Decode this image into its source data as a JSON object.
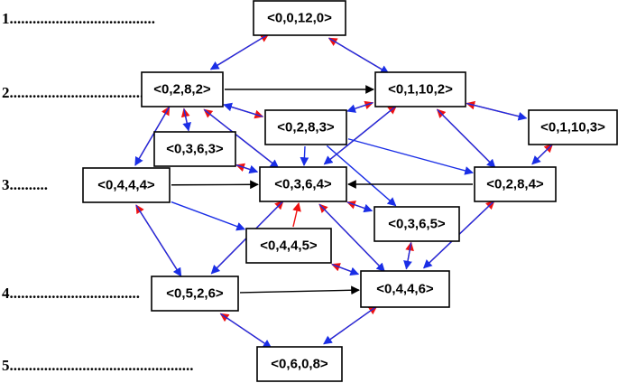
{
  "levels": [
    {
      "id": "L1",
      "label": "1......................................"
    },
    {
      "id": "L2",
      "label": "2...................................."
    },
    {
      "id": "L3",
      "label": "3.........."
    },
    {
      "id": "L4",
      "label": "4.................................."
    },
    {
      "id": "L5",
      "label": "5................................................"
    }
  ],
  "nodes": [
    {
      "id": "n_0_0_12_0",
      "label": "<0,0,12,0>"
    },
    {
      "id": "n_0_2_8_2",
      "label": "<0,2,8,2>"
    },
    {
      "id": "n_0_1_10_2",
      "label": "<0,1,10,2>"
    },
    {
      "id": "n_0_2_8_3",
      "label": "<0,2,8,3>"
    },
    {
      "id": "n_0_1_10_3",
      "label": "<0,1,10,3>"
    },
    {
      "id": "n_0_3_6_3",
      "label": "<0,3,6,3>"
    },
    {
      "id": "n_0_4_4_4",
      "label": "<0,4,4,4>"
    },
    {
      "id": "n_0_3_6_4",
      "label": "<0,3,6,4>"
    },
    {
      "id": "n_0_2_8_4",
      "label": "<0,2,8,4>"
    },
    {
      "id": "n_0_3_6_5",
      "label": "<0,3,6,5>"
    },
    {
      "id": "n_0_4_4_5",
      "label": "<0,4,4,5>"
    },
    {
      "id": "n_0_5_2_6",
      "label": "<0,5,2,6>"
    },
    {
      "id": "n_0_4_4_6",
      "label": "<0,4,4,6>"
    },
    {
      "id": "n_0_6_0_8",
      "label": "<0,6,0,8>"
    }
  ],
  "colors": {
    "red": "#ee1111",
    "blue": "#1a2ee6",
    "black": "#000000"
  },
  "edges": [
    {
      "from": "n_0_2_8_2",
      "to": "n_0_0_12_0",
      "color": "red"
    },
    {
      "from": "n_0_0_12_0",
      "to": "n_0_2_8_2",
      "color": "blue"
    },
    {
      "from": "n_0_1_10_2",
      "to": "n_0_0_12_0",
      "color": "red"
    },
    {
      "from": "n_0_0_12_0",
      "to": "n_0_1_10_2",
      "color": "blue"
    },
    {
      "from": "n_0_2_8_2",
      "to": "n_0_1_10_2",
      "color": "black"
    },
    {
      "from": "n_0_2_8_2",
      "to": "n_0_2_8_3",
      "color": "red"
    },
    {
      "from": "n_0_2_8_3",
      "to": "n_0_2_8_2",
      "color": "blue"
    },
    {
      "from": "n_0_2_8_3",
      "to": "n_0_1_10_2",
      "color": "red"
    },
    {
      "from": "n_0_1_10_2",
      "to": "n_0_2_8_3",
      "color": "blue"
    },
    {
      "from": "n_0_1_10_3",
      "to": "n_0_1_10_2",
      "color": "red"
    },
    {
      "from": "n_0_1_10_2",
      "to": "n_0_1_10_3",
      "color": "blue"
    },
    {
      "from": "n_0_3_6_3",
      "to": "n_0_2_8_2",
      "color": "red"
    },
    {
      "from": "n_0_2_8_2",
      "to": "n_0_3_6_3",
      "color": "blue"
    },
    {
      "from": "n_0_4_4_4",
      "to": "n_0_2_8_2",
      "color": "red"
    },
    {
      "from": "n_0_2_8_2",
      "to": "n_0_4_4_4",
      "color": "blue"
    },
    {
      "from": "n_0_3_6_4",
      "to": "n_0_2_8_2",
      "color": "red"
    },
    {
      "from": "n_0_2_8_2",
      "to": "n_0_3_6_4",
      "color": "blue"
    },
    {
      "from": "n_0_3_6_4",
      "to": "n_0_3_6_3",
      "color": "red"
    },
    {
      "from": "n_0_3_6_3",
      "to": "n_0_3_6_4",
      "color": "blue"
    },
    {
      "from": "n_0_2_8_3",
      "to": "n_0_3_6_4",
      "color": "blue"
    },
    {
      "from": "n_0_3_6_4",
      "to": "n_0_1_10_2",
      "color": "red"
    },
    {
      "from": "n_0_1_10_2",
      "to": "n_0_3_6_4",
      "color": "blue"
    },
    {
      "from": "n_0_2_8_4",
      "to": "n_0_1_10_2",
      "color": "red"
    },
    {
      "from": "n_0_1_10_2",
      "to": "n_0_2_8_4",
      "color": "blue"
    },
    {
      "from": "n_0_2_8_4",
      "to": "n_0_1_10_3",
      "color": "red"
    },
    {
      "from": "n_0_1_10_3",
      "to": "n_0_2_8_4",
      "color": "blue"
    },
    {
      "from": "n_0_2_8_3",
      "to": "n_0_2_8_4",
      "color": "blue"
    },
    {
      "from": "n_0_2_8_3",
      "to": "n_0_3_6_5",
      "color": "blue"
    },
    {
      "from": "n_0_4_4_4",
      "to": "n_0_3_6_4",
      "color": "black"
    },
    {
      "from": "n_0_2_8_4",
      "to": "n_0_3_6_4",
      "color": "black"
    },
    {
      "from": "n_0_4_4_4",
      "to": "n_0_4_4_5",
      "color": "blue"
    },
    {
      "from": "n_0_3_6_5",
      "to": "n_0_3_6_4",
      "color": "red"
    },
    {
      "from": "n_0_3_6_4",
      "to": "n_0_3_6_5",
      "color": "blue"
    },
    {
      "from": "n_0_4_4_5",
      "to": "n_0_3_6_4",
      "color": "red"
    },
    {
      "from": "n_0_5_2_6",
      "to": "n_0_4_4_4",
      "color": "red"
    },
    {
      "from": "n_0_4_4_4",
      "to": "n_0_5_2_6",
      "color": "blue"
    },
    {
      "from": "n_0_5_2_6",
      "to": "n_0_3_6_4",
      "color": "red"
    },
    {
      "from": "n_0_3_6_4",
      "to": "n_0_5_2_6",
      "color": "blue"
    },
    {
      "from": "n_0_5_2_6",
      "to": "n_0_4_4_6",
      "color": "black"
    },
    {
      "from": "n_0_4_4_6",
      "to": "n_0_3_6_4",
      "color": "red"
    },
    {
      "from": "n_0_3_6_4",
      "to": "n_0_4_4_6",
      "color": "blue"
    },
    {
      "from": "n_0_4_4_6",
      "to": "n_0_4_4_5",
      "color": "red"
    },
    {
      "from": "n_0_4_4_5",
      "to": "n_0_4_4_6",
      "color": "blue"
    },
    {
      "from": "n_0_4_4_6",
      "to": "n_0_3_6_5",
      "color": "red"
    },
    {
      "from": "n_0_3_6_5",
      "to": "n_0_4_4_6",
      "color": "blue"
    },
    {
      "from": "n_0_4_4_6",
      "to": "n_0_2_8_4",
      "color": "red"
    },
    {
      "from": "n_0_2_8_4",
      "to": "n_0_4_4_6",
      "color": "blue"
    },
    {
      "from": "n_0_6_0_8",
      "to": "n_0_5_2_6",
      "color": "red"
    },
    {
      "from": "n_0_5_2_6",
      "to": "n_0_6_0_8",
      "color": "blue"
    },
    {
      "from": "n_0_6_0_8",
      "to": "n_0_4_4_6",
      "color": "red"
    },
    {
      "from": "n_0_4_4_6",
      "to": "n_0_6_0_8",
      "color": "blue"
    }
  ]
}
